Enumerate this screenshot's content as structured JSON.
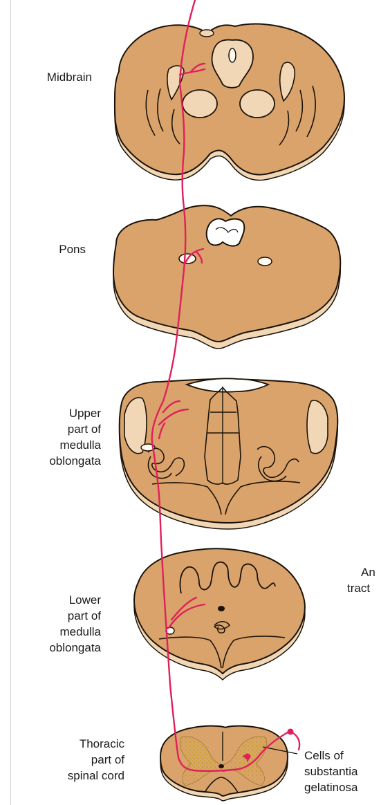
{
  "labels": {
    "midbrain": "Midbrain",
    "pons": "Pons",
    "upper_medulla": [
      "Upper",
      "part of",
      "medulla",
      "oblongata"
    ],
    "lower_medulla": [
      "Lower",
      "part of",
      "medulla",
      "oblongata"
    ],
    "thoracic": [
      "Thoracic",
      "part of",
      "spinal cord"
    ],
    "substantia": [
      "Cells of",
      "substantia",
      "gelatinosa"
    ],
    "cut_off": [
      "An",
      "tract"
    ]
  },
  "colors": {
    "tissue": "#d9a36b",
    "tissue_edge": "#1a1208",
    "tissue_side": "#f1d7b6",
    "pathway": "#e0205c",
    "gelatinosa": "#e8cf5a"
  }
}
